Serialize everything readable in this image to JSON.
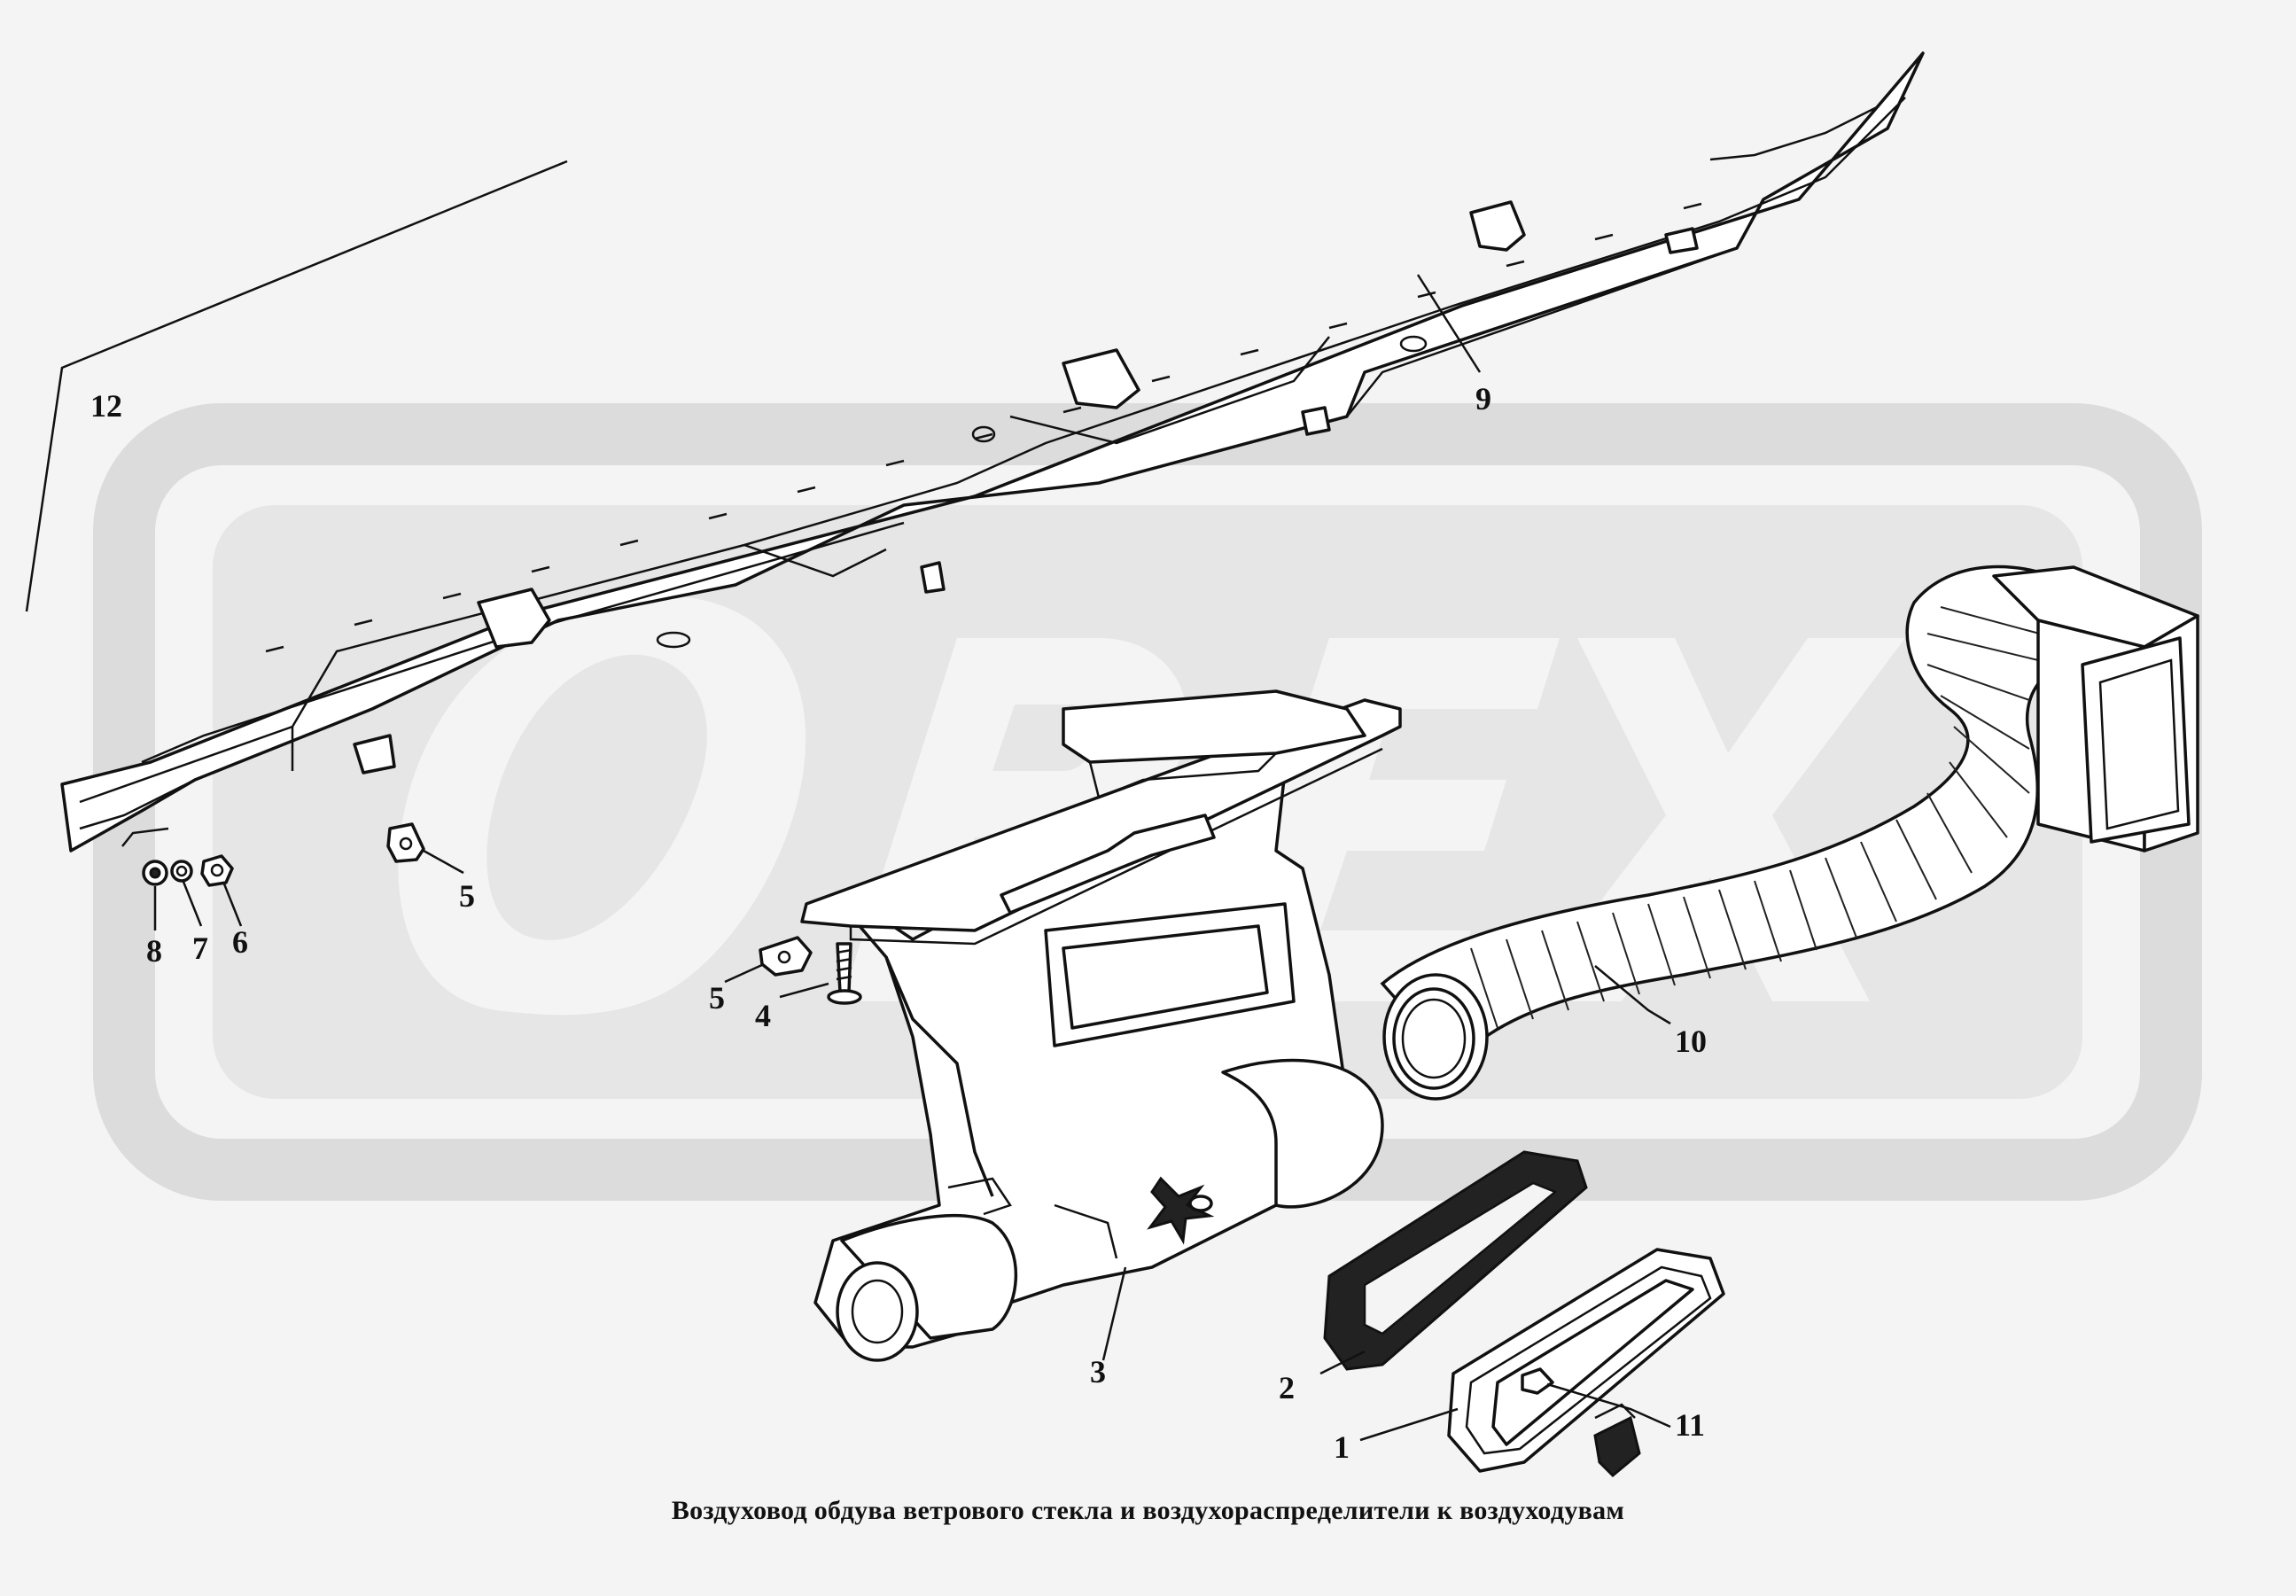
{
  "caption": "Воздуховод обдува ветрового стекла и воздухораспределители к воздуходувам",
  "watermark": {
    "text": "OREX",
    "color": "#d9d9d9"
  },
  "callouts": {
    "c1": "1",
    "c2": "2",
    "c3": "3",
    "c4": "4",
    "c5a": "5",
    "c5b": "5",
    "c6": "6",
    "c7": "7",
    "c8": "8",
    "c9": "9",
    "c10": "10",
    "c11": "11",
    "c12": "12"
  }
}
